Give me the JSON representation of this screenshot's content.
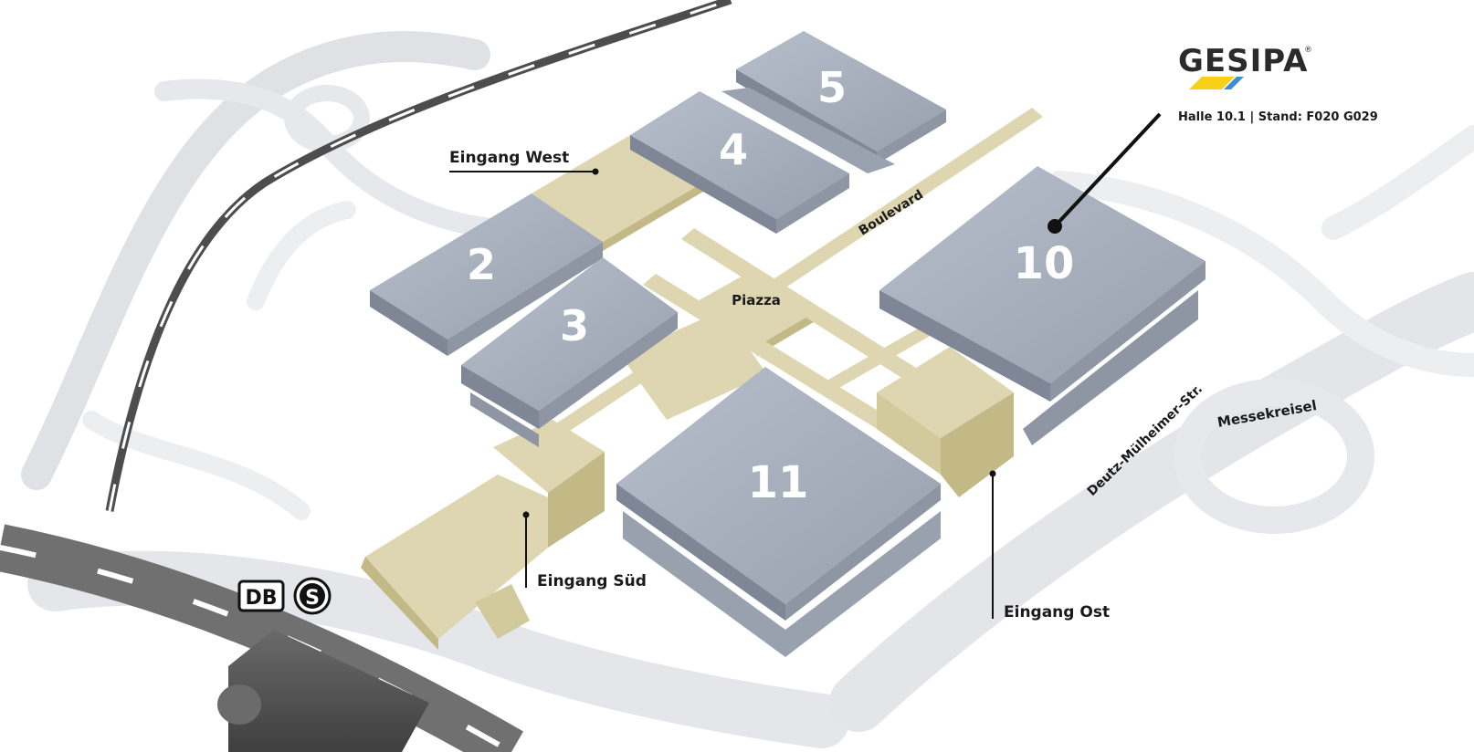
{
  "brand": {
    "name": "GESIPA",
    "registered_mark": "®",
    "stand_info": "Halle 10.1 | Stand: F020 G029",
    "colors": {
      "yellow": "#f7d117",
      "blue": "#3a8ed8"
    }
  },
  "halls": {
    "h2": "2",
    "h3": "3",
    "h4": "4",
    "h5": "5",
    "h10": "10",
    "h11": "11"
  },
  "labels": {
    "eingang_west": "Eingang West",
    "eingang_sued": "Eingang Süd",
    "eingang_ost": "Eingang Ost",
    "boulevard": "Boulevard",
    "piazza": "Piazza",
    "deutz_street": "Deutz-Mülheimer-Str.",
    "messekreisel": "Messekreisel"
  },
  "transit": {
    "db": "DB",
    "sbahn": "S"
  },
  "colors": {
    "hall_fill": "#a8b0bf",
    "hall_side": "#7f8796",
    "walkway": "#ddd6b0",
    "walkway_side": "#c2b987",
    "road": "#e9eaec",
    "road_edge": "#d4d6d9",
    "rail": "#555555"
  }
}
